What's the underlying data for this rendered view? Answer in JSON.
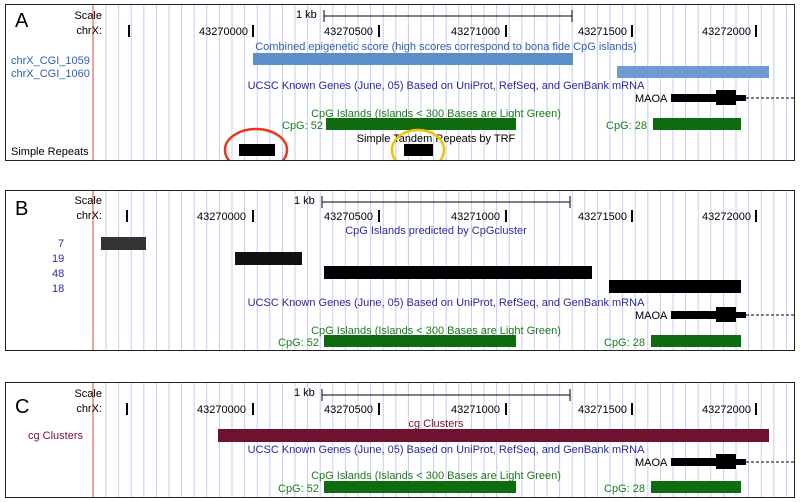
{
  "shared": {
    "scale_label": "Scale",
    "chrom_label": "chrX:",
    "scale_bar_label": "1 kb",
    "positions": [
      "43270000",
      "43270500",
      "43271000",
      "43271500",
      "43272000"
    ],
    "known_genes_title": "UCSC Known Genes (June, 05) Based on UniProt, RefSeq, and GenBank mRNA",
    "gene_name": "MAOA",
    "cpg_title": "CpG Islands (Islands < 300 Bases are Light Green)",
    "cpg_left": "CpG: 52",
    "cpg_right": "CpG: 28"
  },
  "panel_a": {
    "letter": "A",
    "epi_title": "Combined epigenetic score (high scores correspond to bona fide CpG islands)",
    "epi_labels": [
      "chrX_CGI_1059",
      "chrX_CGI_1060"
    ],
    "repeats_label": "Simple Repeats",
    "repeats_title": "Simple Tandem Repeats by TRF"
  },
  "panel_b": {
    "letter": "B",
    "cluster_title": "CpG Islands predicted by CpGcluster",
    "cluster_labels": [
      "7",
      "19",
      "48",
      "18"
    ]
  },
  "panel_c": {
    "letter": "C",
    "cg_label": "cg Clusters",
    "cg_title": "cg Clusters"
  },
  "colors": {
    "epi_bar": "#5b8fc9",
    "cpg_green": "#0f6b0f",
    "cg_cluster": "#6e1230",
    "highlight_red": "#e8381a",
    "highlight_yellow": "#f2c200",
    "grid_line": "#c9cdf0",
    "start_line": "#f08080"
  }
}
